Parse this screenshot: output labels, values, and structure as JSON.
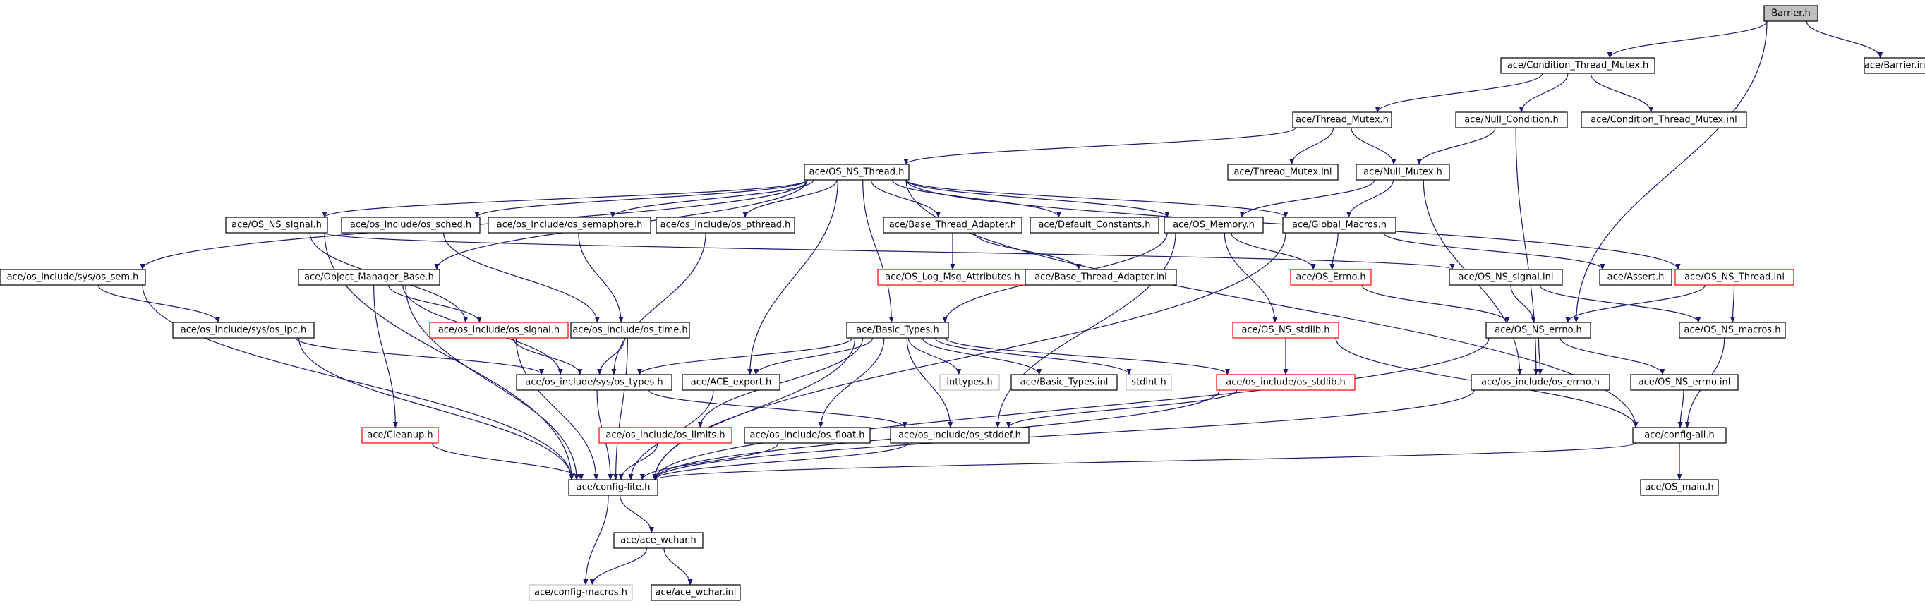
{
  "palette": {
    "normal_border": "#000000",
    "missing_border": "#c0c0c0",
    "error_border": "#ff0000",
    "root_fill": "#bfbfbf",
    "edge": "#191970"
  },
  "nodes": [
    {
      "id": "barrier_h",
      "label": "Barrier.h",
      "kind": "root"
    },
    {
      "id": "barrier_inl",
      "label": "ace/Barrier.inl",
      "kind": "normal"
    },
    {
      "id": "cond_thread_mutex_h",
      "label": "ace/Condition_Thread_Mutex.h",
      "kind": "normal"
    },
    {
      "id": "thread_mutex_h",
      "label": "ace/Thread_Mutex.h",
      "kind": "normal"
    },
    {
      "id": "null_condition_h",
      "label": "ace/Null_Condition.h",
      "kind": "normal"
    },
    {
      "id": "cond_thread_mutex_inl",
      "label": "ace/Condition_Thread_Mutex.inl",
      "kind": "normal"
    },
    {
      "id": "os_ns_thread_h",
      "label": "ace/OS_NS_Thread.h",
      "kind": "normal"
    },
    {
      "id": "thread_mutex_inl",
      "label": "ace/Thread_Mutex.inl",
      "kind": "normal"
    },
    {
      "id": "null_mutex_h",
      "label": "ace/Null_Mutex.h",
      "kind": "normal"
    },
    {
      "id": "os_include_sys_os_sem_h",
      "label": "ace/os_include/sys/os_sem.h",
      "kind": "normal"
    },
    {
      "id": "os_ns_signal_h",
      "label": "ace/OS_NS_signal.h",
      "kind": "normal"
    },
    {
      "id": "os_include_os_sched_h",
      "label": "ace/os_include/os_sched.h",
      "kind": "normal"
    },
    {
      "id": "os_include_os_semaphore_h",
      "label": "ace/os_include/os_semaphore.h",
      "kind": "normal"
    },
    {
      "id": "os_include_os_pthread_h",
      "label": "ace/os_include/os_pthread.h",
      "kind": "normal"
    },
    {
      "id": "base_thread_adapter_h",
      "label": "ace/Base_Thread_Adapter.h",
      "kind": "normal"
    },
    {
      "id": "default_constants_h",
      "label": "ace/Default_Constants.h",
      "kind": "normal"
    },
    {
      "id": "os_memory_h",
      "label": "ace/OS_Memory.h",
      "kind": "normal"
    },
    {
      "id": "global_macros_h",
      "label": "ace/Global_Macros.h",
      "kind": "normal"
    },
    {
      "id": "object_manager_base_h",
      "label": "ace/Object_Manager_Base.h",
      "kind": "normal"
    },
    {
      "id": "os_log_msg_attributes_h",
      "label": "ace/OS_Log_Msg_Attributes.h",
      "kind": "error"
    },
    {
      "id": "base_thread_adapter_inl",
      "label": "ace/Base_Thread_Adapter.inl",
      "kind": "normal"
    },
    {
      "id": "os_errno_h",
      "label": "ace/OS_Errno.h",
      "kind": "error"
    },
    {
      "id": "os_ns_signal_inl",
      "label": "ace/OS_NS_signal.inl",
      "kind": "normal"
    },
    {
      "id": "assert_h",
      "label": "ace/Assert.h",
      "kind": "normal"
    },
    {
      "id": "os_ns_thread_inl",
      "label": "ace/OS_NS_Thread.inl",
      "kind": "error"
    },
    {
      "id": "os_include_sys_os_ipc_h",
      "label": "ace/os_include/sys/os_ipc.h",
      "kind": "normal"
    },
    {
      "id": "os_include_os_signal_h",
      "label": "ace/os_include/os_signal.h",
      "kind": "error"
    },
    {
      "id": "os_include_os_time_h",
      "label": "ace/os_include/os_time.h",
      "kind": "normal"
    },
    {
      "id": "basic_types_h",
      "label": "ace/Basic_Types.h",
      "kind": "normal"
    },
    {
      "id": "os_ns_stdlib_h",
      "label": "ace/OS_NS_stdlib.h",
      "kind": "error"
    },
    {
      "id": "os_ns_errno_h",
      "label": "ace/OS_NS_errno.h",
      "kind": "normal"
    },
    {
      "id": "os_ns_macros_h",
      "label": "ace/OS_NS_macros.h",
      "kind": "normal"
    },
    {
      "id": "os_include_sys_os_types_h",
      "label": "ace/os_include/sys/os_types.h",
      "kind": "normal"
    },
    {
      "id": "ace_export_h",
      "label": "ace/ACE_export.h",
      "kind": "normal"
    },
    {
      "id": "inttypes_h",
      "label": "inttypes.h",
      "kind": "missing"
    },
    {
      "id": "basic_types_inl",
      "label": "ace/Basic_Types.inl",
      "kind": "normal"
    },
    {
      "id": "stdint_h",
      "label": "stdint.h",
      "kind": "missing"
    },
    {
      "id": "os_include_os_stdlib_h",
      "label": "ace/os_include/os_stdlib.h",
      "kind": "error"
    },
    {
      "id": "os_include_os_errno_h",
      "label": "ace/os_include/os_errno.h",
      "kind": "normal"
    },
    {
      "id": "os_ns_errno_inl",
      "label": "ace/OS_NS_errno.inl",
      "kind": "normal"
    },
    {
      "id": "cleanup_h",
      "label": "ace/Cleanup.h",
      "kind": "error"
    },
    {
      "id": "os_include_os_limits_h",
      "label": "ace/os_include/os_limits.h",
      "kind": "error"
    },
    {
      "id": "os_include_os_float_h",
      "label": "ace/os_include/os_float.h",
      "kind": "normal"
    },
    {
      "id": "os_include_os_stddef_h",
      "label": "ace/os_include/os_stddef.h",
      "kind": "normal"
    },
    {
      "id": "config_all_h",
      "label": "ace/config-all.h",
      "kind": "normal"
    },
    {
      "id": "config_lite_h",
      "label": "ace/config-lite.h",
      "kind": "normal"
    },
    {
      "id": "os_main_h",
      "label": "ace/OS_main.h",
      "kind": "normal"
    },
    {
      "id": "ace_wchar_h",
      "label": "ace/ace_wchar.h",
      "kind": "normal"
    },
    {
      "id": "config_macros_h",
      "label": "ace/config-macros.h",
      "kind": "missing"
    },
    {
      "id": "ace_wchar_inl",
      "label": "ace/ace_wchar.inl",
      "kind": "normal"
    }
  ],
  "edges": [
    [
      "barrier_h",
      "cond_thread_mutex_h"
    ],
    [
      "barrier_h",
      "barrier_inl"
    ],
    [
      "barrier_h",
      "os_ns_errno_h"
    ],
    [
      "cond_thread_mutex_h",
      "thread_mutex_h"
    ],
    [
      "cond_thread_mutex_h",
      "null_condition_h"
    ],
    [
      "cond_thread_mutex_h",
      "cond_thread_mutex_inl"
    ],
    [
      "thread_mutex_h",
      "os_ns_thread_h"
    ],
    [
      "thread_mutex_h",
      "thread_mutex_inl"
    ],
    [
      "thread_mutex_h",
      "null_mutex_h"
    ],
    [
      "null_condition_h",
      "null_mutex_h"
    ],
    [
      "null_condition_h",
      "os_include_os_errno_h"
    ],
    [
      "null_mutex_h",
      "os_memory_h"
    ],
    [
      "null_mutex_h",
      "global_macros_h"
    ],
    [
      "null_mutex_h",
      "os_include_os_errno_h"
    ],
    [
      "os_ns_thread_h",
      "os_include_sys_os_sem_h"
    ],
    [
      "os_ns_thread_h",
      "os_ns_signal_h"
    ],
    [
      "os_ns_thread_h",
      "os_include_os_sched_h"
    ],
    [
      "os_ns_thread_h",
      "os_include_os_semaphore_h"
    ],
    [
      "os_ns_thread_h",
      "os_include_os_pthread_h"
    ],
    [
      "os_ns_thread_h",
      "base_thread_adapter_h"
    ],
    [
      "os_ns_thread_h",
      "default_constants_h"
    ],
    [
      "os_ns_thread_h",
      "os_memory_h"
    ],
    [
      "os_ns_thread_h",
      "global_macros_h"
    ],
    [
      "os_ns_thread_h",
      "object_manager_base_h"
    ],
    [
      "os_ns_thread_h",
      "basic_types_h"
    ],
    [
      "os_ns_thread_h",
      "ace_export_h"
    ],
    [
      "os_ns_thread_h",
      "os_ns_thread_inl"
    ],
    [
      "os_ns_thread_h",
      "config_all_h"
    ],
    [
      "os_ns_signal_h",
      "os_include_os_signal_h"
    ],
    [
      "os_ns_signal_h",
      "os_ns_signal_inl"
    ],
    [
      "os_ns_signal_h",
      "config_lite_h"
    ],
    [
      "os_include_os_sched_h",
      "os_include_os_time_h"
    ],
    [
      "os_include_os_semaphore_h",
      "os_include_os_time_h"
    ],
    [
      "os_include_os_pthread_h",
      "os_include_sys_os_types_h"
    ],
    [
      "os_include_sys_os_sem_h",
      "os_include_sys_os_ipc_h"
    ],
    [
      "os_include_sys_os_sem_h",
      "config_lite_h"
    ],
    [
      "os_include_sys_os_ipc_h",
      "os_include_sys_os_types_h"
    ],
    [
      "os_include_sys_os_ipc_h",
      "config_lite_h"
    ],
    [
      "base_thread_adapter_h",
      "os_log_msg_attributes_h"
    ],
    [
      "base_thread_adapter_h",
      "base_thread_adapter_inl"
    ],
    [
      "os_memory_h",
      "os_errno_h"
    ],
    [
      "os_memory_h",
      "basic_types_h"
    ],
    [
      "os_memory_h",
      "os_ns_stdlib_h"
    ],
    [
      "os_memory_h",
      "os_include_os_stddef_h"
    ],
    [
      "global_macros_h",
      "os_errno_h"
    ],
    [
      "global_macros_h",
      "assert_h"
    ],
    [
      "global_macros_h",
      "config_lite_h"
    ],
    [
      "object_manager_base_h",
      "os_include_os_signal_h"
    ],
    [
      "object_manager_base_h",
      "os_include_sys_os_types_h"
    ],
    [
      "object_manager_base_h",
      "cleanup_h"
    ],
    [
      "object_manager_base_h",
      "config_lite_h"
    ],
    [
      "os_errno_h",
      "os_ns_errno_h"
    ],
    [
      "os_ns_signal_inl",
      "os_ns_errno_h"
    ],
    [
      "os_ns_signal_inl",
      "os_ns_macros_h"
    ],
    [
      "os_ns_thread_inl",
      "os_ns_errno_h"
    ],
    [
      "os_ns_thread_inl",
      "os_ns_macros_h"
    ],
    [
      "os_include_os_signal_h",
      "os_include_sys_os_types_h"
    ],
    [
      "os_include_os_signal_h",
      "config_lite_h"
    ],
    [
      "os_include_os_time_h",
      "os_include_sys_os_types_h"
    ],
    [
      "os_include_os_time_h",
      "config_lite_h"
    ],
    [
      "basic_types_h",
      "os_include_sys_os_types_h"
    ],
    [
      "basic_types_h",
      "ace_export_h"
    ],
    [
      "basic_types_h",
      "inttypes_h"
    ],
    [
      "basic_types_h",
      "basic_types_inl"
    ],
    [
      "basic_types_h",
      "stdint_h"
    ],
    [
      "basic_types_h",
      "os_include_os_stdlib_h"
    ],
    [
      "basic_types_h",
      "os_include_os_limits_h"
    ],
    [
      "basic_types_h",
      "os_include_os_float_h"
    ],
    [
      "basic_types_h",
      "os_include_os_stddef_h"
    ],
    [
      "basic_types_h",
      "config_lite_h"
    ],
    [
      "os_ns_stdlib_h",
      "os_include_os_stdlib_h"
    ],
    [
      "os_ns_stdlib_h",
      "config_all_h"
    ],
    [
      "os_ns_errno_h",
      "os_include_os_errno_h"
    ],
    [
      "os_ns_errno_h",
      "os_ns_errno_inl"
    ],
    [
      "os_ns_errno_h",
      "config_lite_h"
    ],
    [
      "os_ns_macros_h",
      "config_all_h"
    ],
    [
      "os_ns_errno_inl",
      "config_all_h"
    ],
    [
      "os_include_os_errno_h",
      "config_lite_h"
    ],
    [
      "os_include_sys_os_types_h",
      "os_include_os_stddef_h"
    ],
    [
      "os_include_sys_os_types_h",
      "config_lite_h"
    ],
    [
      "ace_export_h",
      "config_lite_h"
    ],
    [
      "os_include_os_stdlib_h",
      "os_include_os_stddef_h"
    ],
    [
      "os_include_os_stdlib_h",
      "config_lite_h"
    ],
    [
      "os_include_os_limits_h",
      "config_lite_h"
    ],
    [
      "os_include_os_float_h",
      "config_lite_h"
    ],
    [
      "os_include_os_stddef_h",
      "config_lite_h"
    ],
    [
      "cleanup_h",
      "config_lite_h"
    ],
    [
      "config_all_h",
      "config_lite_h"
    ],
    [
      "config_all_h",
      "os_main_h"
    ],
    [
      "config_lite_h",
      "ace_wchar_h"
    ],
    [
      "config_lite_h",
      "config_macros_h"
    ],
    [
      "ace_wchar_h",
      "config_macros_h"
    ],
    [
      "ace_wchar_h",
      "ace_wchar_inl"
    ]
  ]
}
